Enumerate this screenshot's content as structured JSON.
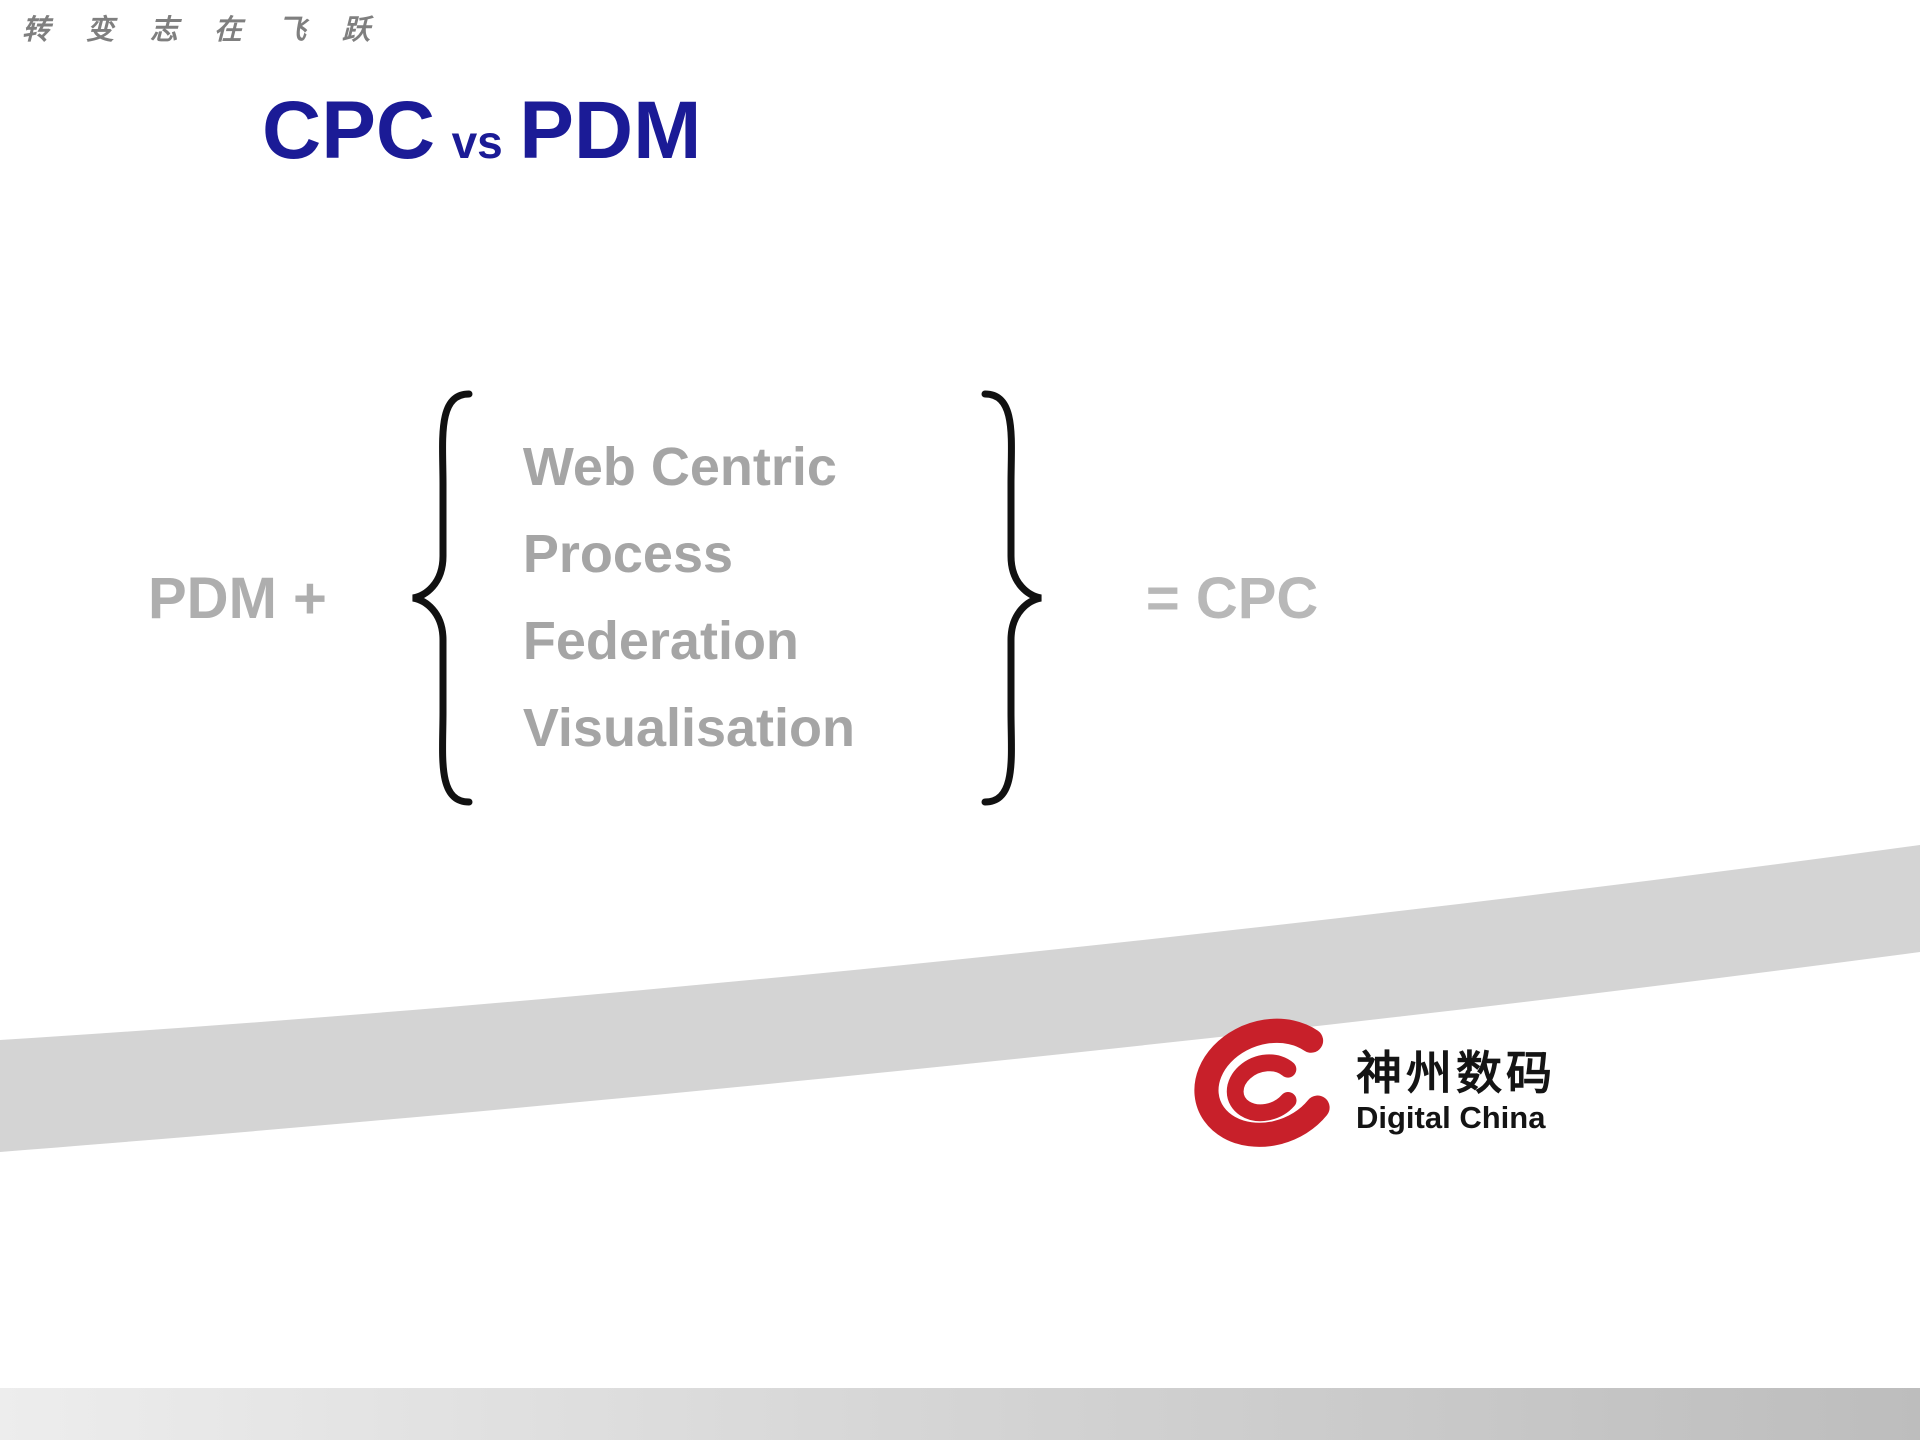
{
  "slide": {
    "motto": "转变志在飞跃",
    "title": {
      "cpc": "CPC",
      "vs": "vs",
      "pdm": "PDM"
    },
    "equation": {
      "lhs": "PDM +",
      "items": [
        "Web Centric",
        "Process",
        "Federation",
        "Visualisation"
      ],
      "rhs": "= CPC"
    },
    "logo": {
      "cn": "神州数码",
      "en": "Digital China"
    },
    "colors": {
      "title_blue": "#1B1B96",
      "equation_gray": "#A5A5A5",
      "brace_black": "#111111",
      "logo_red": "#C8202A",
      "band_gray": "#D4D4D4"
    }
  }
}
